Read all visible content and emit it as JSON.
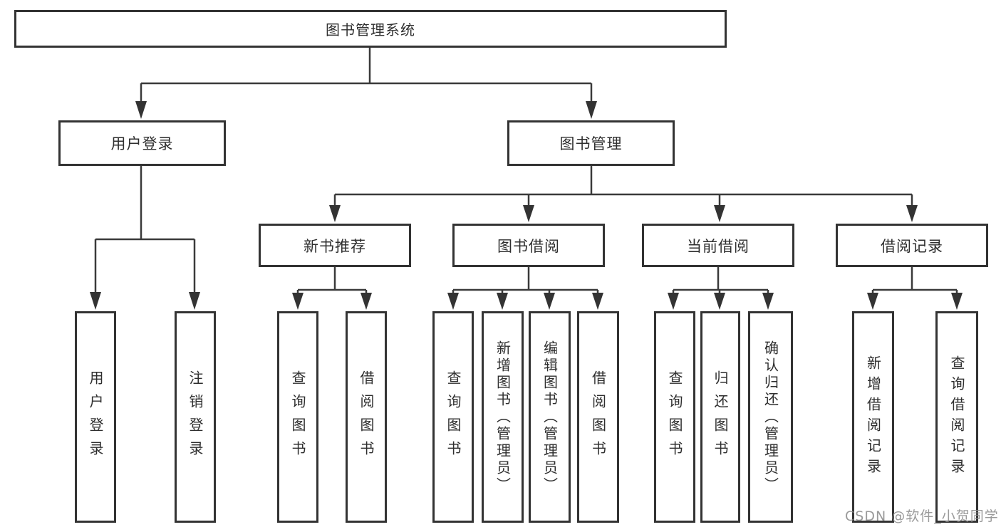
{
  "root": {
    "label": "图书管理系统"
  },
  "level2": {
    "user_login": {
      "label": "用户登录"
    },
    "book_management": {
      "label": "图书管理"
    }
  },
  "level3": {
    "new_book_recommend": {
      "label": "新书推荐"
    },
    "book_borrow": {
      "label": "图书借阅"
    },
    "current_borrow": {
      "label": "当前借阅"
    },
    "borrow_record": {
      "label": "借阅记录"
    }
  },
  "leaves": {
    "user_login": "用户登录",
    "logout": "注销登录",
    "recommend_query_books": "查询图书",
    "recommend_borrow_books": "借阅图书",
    "borrow_query_books": "查询图书",
    "borrow_add_books": "新增图书（管理员）",
    "borrow_edit_books": "编辑图书（管理员）",
    "borrow_borrow_books": "借阅图书",
    "current_query_books": "查询图书",
    "current_return_books": "归还图书",
    "current_confirm_return": "确认归还（管理员）",
    "record_add_record": "新增借阅记录",
    "record_query_record": "查询借阅记录"
  },
  "watermark": "CSDN @软件_小贺同学",
  "colors": {
    "line": "#3a3a3a",
    "box_border": "#333333",
    "text": "#2e2e2e",
    "watermark": "#9c9c9c",
    "background": "#ffffff"
  }
}
